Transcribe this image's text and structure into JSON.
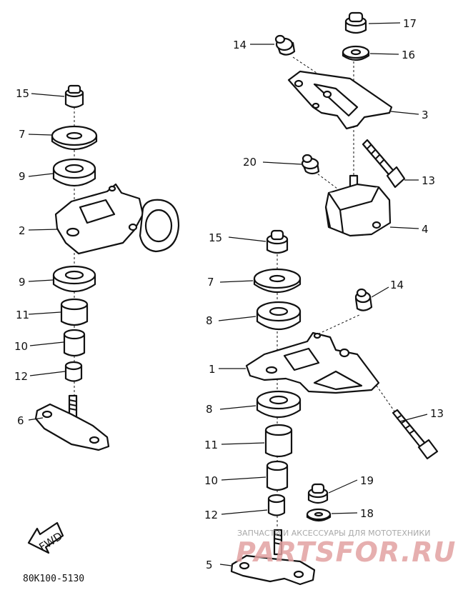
{
  "diagram": {
    "callouts": [
      {
        "id": "l15a",
        "text": "15"
      },
      {
        "id": "l7a",
        "text": "7"
      },
      {
        "id": "l9a",
        "text": "9"
      },
      {
        "id": "l2",
        "text": "2"
      },
      {
        "id": "l9b",
        "text": "9"
      },
      {
        "id": "l11a",
        "text": "11"
      },
      {
        "id": "l10a",
        "text": "10"
      },
      {
        "id": "l12a",
        "text": "12"
      },
      {
        "id": "l6",
        "text": "6"
      },
      {
        "id": "l17",
        "text": "17"
      },
      {
        "id": "l14a",
        "text": "14"
      },
      {
        "id": "l16",
        "text": "16"
      },
      {
        "id": "l3",
        "text": "3"
      },
      {
        "id": "l20",
        "text": "20"
      },
      {
        "id": "l13a",
        "text": "13"
      },
      {
        "id": "l4",
        "text": "4"
      },
      {
        "id": "l15b",
        "text": "15"
      },
      {
        "id": "l7b",
        "text": "7"
      },
      {
        "id": "l14b",
        "text": "14"
      },
      {
        "id": "l8a",
        "text": "8"
      },
      {
        "id": "l1",
        "text": "1"
      },
      {
        "id": "l8b",
        "text": "8"
      },
      {
        "id": "l13b",
        "text": "13"
      },
      {
        "id": "l11b",
        "text": "11"
      },
      {
        "id": "l10b",
        "text": "10"
      },
      {
        "id": "l19",
        "text": "19"
      },
      {
        "id": "l12b",
        "text": "12"
      },
      {
        "id": "l18",
        "text": "18"
      },
      {
        "id": "l5",
        "text": "5"
      }
    ],
    "fwd_label": "FWD",
    "drawing_code": "80K100-5130",
    "watermark_top": "ЗАПЧАСТИ И АКСЕССУАРЫ ДЛЯ МОТОТЕХНИКИ",
    "watermark_logo": "PARTSFOR.RU"
  }
}
